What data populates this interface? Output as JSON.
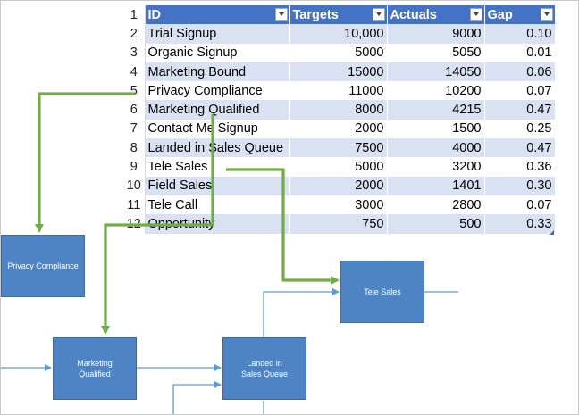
{
  "table": {
    "header_row_number": "1",
    "columns": [
      "ID",
      "Targets",
      "Actuals",
      "Gap"
    ],
    "rows": [
      {
        "n": "2",
        "id": "Trial Signup",
        "targets": "10,000",
        "actuals": "9000",
        "gap": "0.10"
      },
      {
        "n": "3",
        "id": "Organic Signup",
        "targets": "5000",
        "actuals": "5050",
        "gap": "0.01"
      },
      {
        "n": "4",
        "id": "Marketing Bound",
        "targets": "15000",
        "actuals": "14050",
        "gap": "0.06"
      },
      {
        "n": "5",
        "id": "Privacy Compliance",
        "targets": "11000",
        "actuals": "10200",
        "gap": "0.07"
      },
      {
        "n": "6",
        "id": "Marketing Qualified",
        "targets": "8000",
        "actuals": "4215",
        "gap": "0.47"
      },
      {
        "n": "7",
        "id": "Contact Me Signup",
        "targets": "2000",
        "actuals": "1500",
        "gap": "0.25"
      },
      {
        "n": "8",
        "id": "Landed in Sales Queue",
        "targets": "7500",
        "actuals": "4000",
        "gap": "0.47"
      },
      {
        "n": "9",
        "id": "Tele Sales",
        "targets": "5000",
        "actuals": "3200",
        "gap": "0.36"
      },
      {
        "n": "10",
        "id": "Field Sales",
        "targets": "2000",
        "actuals": "1401",
        "gap": "0.30"
      },
      {
        "n": "11",
        "id": "Tele Call",
        "targets": "3000",
        "actuals": "2800",
        "gap": "0.07"
      },
      {
        "n": "12",
        "id": "Opportunity",
        "targets": "750",
        "actuals": "500",
        "gap": "0.33"
      }
    ]
  },
  "diagram": {
    "nodes": {
      "privacy_compliance": "Privacy Compliance",
      "marketing_qualified": "Marketing Qualified",
      "landed_in_sales_queue": "Landed in Sales Queue",
      "tele_sales": "Tele Sales"
    }
  },
  "colors": {
    "table_header": "#4472c4",
    "band_row": "#d9e1f2",
    "node_fill": "#4e84c4",
    "connector": "#5b9bd5",
    "link_arrow": "#70ad47"
  },
  "icons": {
    "filter_button": "chevron-down-icon",
    "table_resize": "resize-handle-icon"
  }
}
